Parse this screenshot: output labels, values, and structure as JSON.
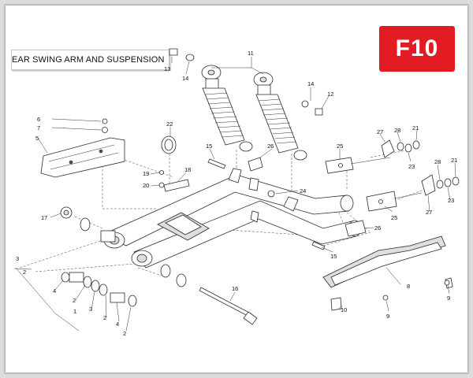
{
  "title": "EAR SWING ARM AND SUSPENSION",
  "badge": {
    "text": "F10",
    "color": "#e31b23"
  },
  "callouts": {
    "c13": "13",
    "c14a": "14",
    "c11": "11",
    "c14b": "14",
    "c12": "12",
    "c6": "6",
    "c7": "7",
    "c5": "5",
    "c22": "22",
    "c15a": "15",
    "c26a": "26",
    "c19": "19",
    "c18": "18",
    "c20": "20",
    "c25a": "25",
    "c27a": "27",
    "c28a": "28",
    "c21a": "21",
    "c23a": "23",
    "c28b": "28",
    "c21b": "21",
    "c23b": "23",
    "c27b": "27",
    "c24": "24",
    "c25b": "25",
    "c26b": "26",
    "c17": "17",
    "c15b": "15",
    "c3a": "3",
    "c2a": "2",
    "c4a": "4",
    "c2b": "2",
    "c3b": "3",
    "c2c": "2",
    "c1": "1",
    "c4b": "4",
    "c2d": "2",
    "c16": "16",
    "c8": "8",
    "c9a": "9",
    "c9b": "9",
    "c10": "10"
  }
}
